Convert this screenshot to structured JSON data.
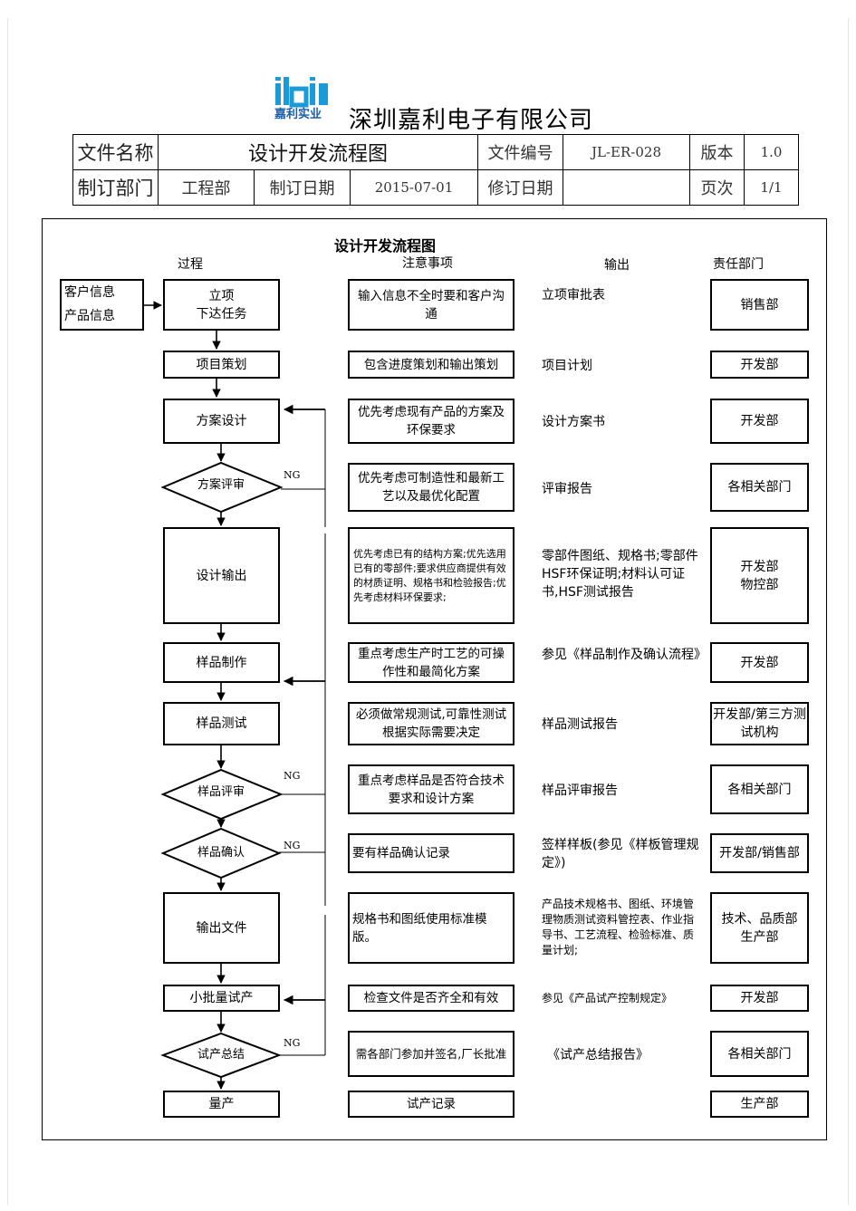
{
  "header": {
    "company": "深圳嘉利电子有限公司",
    "logo_text": "jlai",
    "logo_sub": "嘉利实业",
    "row1": [
      "文件名称",
      "设计开发流程图",
      "文件编号",
      "JL-ER-028",
      "版本",
      "1.0"
    ],
    "row2": [
      "制订部门",
      "工程部",
      "制订日期",
      "2015-07-01",
      "修订日期",
      "",
      "页次",
      "1/1"
    ]
  },
  "flow": {
    "title": "设计开发流程图",
    "col_headers": [
      "过程",
      "注意事项",
      "输出",
      "责任部门"
    ],
    "customer_lines": [
      "客户信息",
      "产品信息"
    ],
    "ng": "NG",
    "steps": [
      {
        "process": "立项\n下达任务",
        "note": "输入信息不全时要和客户沟通",
        "output": "立项审批表",
        "dept": "销售部"
      },
      {
        "process": "项目策划",
        "note": "包含进度策划和输出策划",
        "output": "项目计划",
        "dept": "开发部"
      },
      {
        "process": "方案设计",
        "note": "优先考虑现有产品的方案及环保要求",
        "output": "设计方案书",
        "dept": "开发部"
      },
      {
        "process": "方案评审",
        "note": "优先考虑可制造性和最新工艺以及最优化配置",
        "output": "评审报告",
        "dept": "各相关部门"
      },
      {
        "process": "设计输出",
        "note": "优先考虑已有的结构方案;优先选用已有的零部件;要求供应商提供有效的材质证明、规格书和检验报告;优先考虑材料环保要求;",
        "output": "零部件图纸、规格书;零部件HSF环保证明;材料认可证书,HSF测试报告",
        "dept": "开发部\n物控部"
      },
      {
        "process": "样品制作",
        "note": "重点考虑生产时工艺的可操作性和最简化方案",
        "output": "参见《样品制作及确认流程》",
        "dept": "开发部"
      },
      {
        "process": "样品测试",
        "note": "必须做常规测试,可靠性测试根据实际需要决定",
        "output": "样品测试报告",
        "dept": "开发部/第三方测试机构"
      },
      {
        "process": "样品评审",
        "note": "重点考虑样品是否符合技术要求和设计方案",
        "output": "样品评审报告",
        "dept": "各相关部门"
      },
      {
        "process": "样品确认",
        "note": "要有样品确认记录",
        "output": "签样样板(参见《样板管理规定》)",
        "dept": "开发部/销售部"
      },
      {
        "process": "输出文件",
        "note": "规格书和图纸使用标准模版。",
        "output": "产品技术规格书、图纸、环境管理物质测试资料管控表、作业指导书、工艺流程、检验标准、质量计划;",
        "dept": "技术、品质部\n生产部"
      },
      {
        "process": "小批量试产",
        "note": "检查文件是否齐全和有效",
        "output": "参见《产品试产控制规定》",
        "dept": "开发部"
      },
      {
        "process": "试产总结",
        "note": "需各部门参加并签名,厂长批准",
        "output": "《试产总结报告》",
        "dept": "各相关部门"
      },
      {
        "process": "量产",
        "note": "试产记录",
        "output": "",
        "dept": "生产部"
      }
    ]
  }
}
